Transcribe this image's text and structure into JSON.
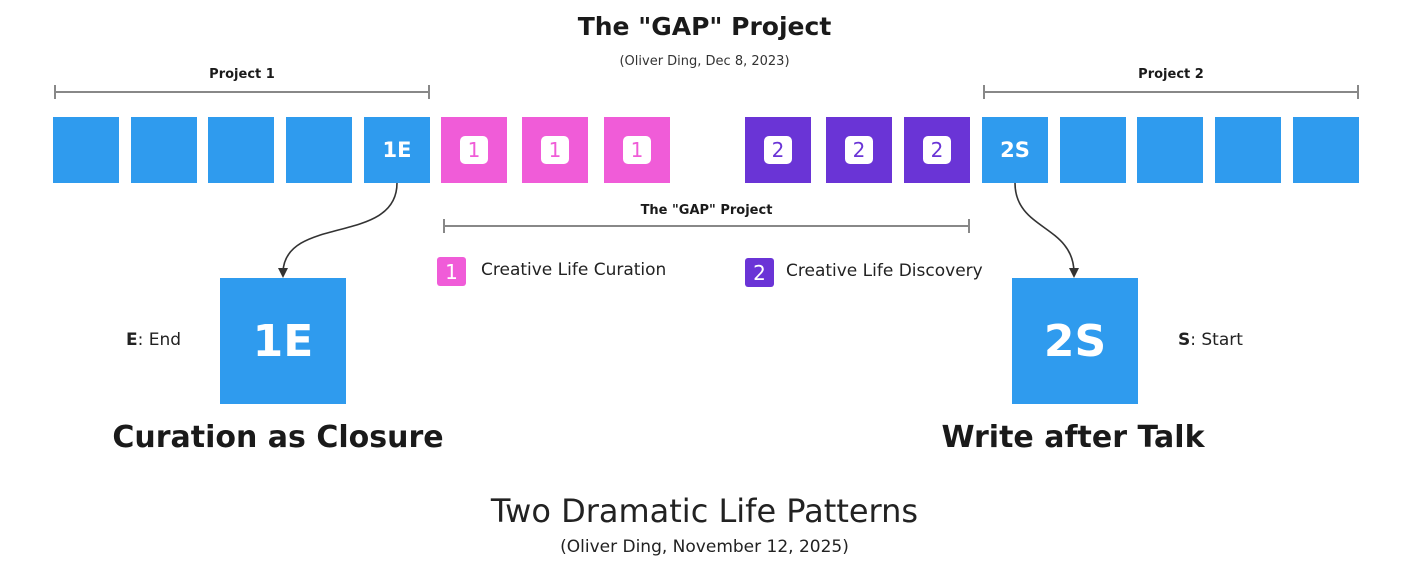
{
  "header": {
    "title": "The \"GAP\" Project",
    "subtitle": "(Oliver Ding, Dec 8, 2023)"
  },
  "ranges": {
    "project1": "Project 1",
    "project2": "Project 2",
    "gap": "The \"GAP\" Project"
  },
  "sequence": {
    "block_1e": "1E",
    "block_2s": "2S",
    "pink_badge": "1",
    "purple_badge": "2"
  },
  "legend": {
    "curation_number": "1",
    "curation_label": "Creative Life Curation",
    "discovery_number": "2",
    "discovery_label": "Creative Life Discovery"
  },
  "left_pattern": {
    "block": "1E",
    "key_letter": "E",
    "key_text": ": End",
    "title": "Curation as Closure"
  },
  "right_pattern": {
    "block": "2S",
    "key_letter": "S",
    "key_text": ": Start",
    "title": "Write after Talk"
  },
  "footer": {
    "title": "Two Dramatic Life Patterns",
    "subtitle": "(Oliver Ding, November 12, 2025)"
  },
  "colors": {
    "blue": "#2f9bee",
    "pink": "#f05cd8",
    "purple": "#6a34d6"
  }
}
